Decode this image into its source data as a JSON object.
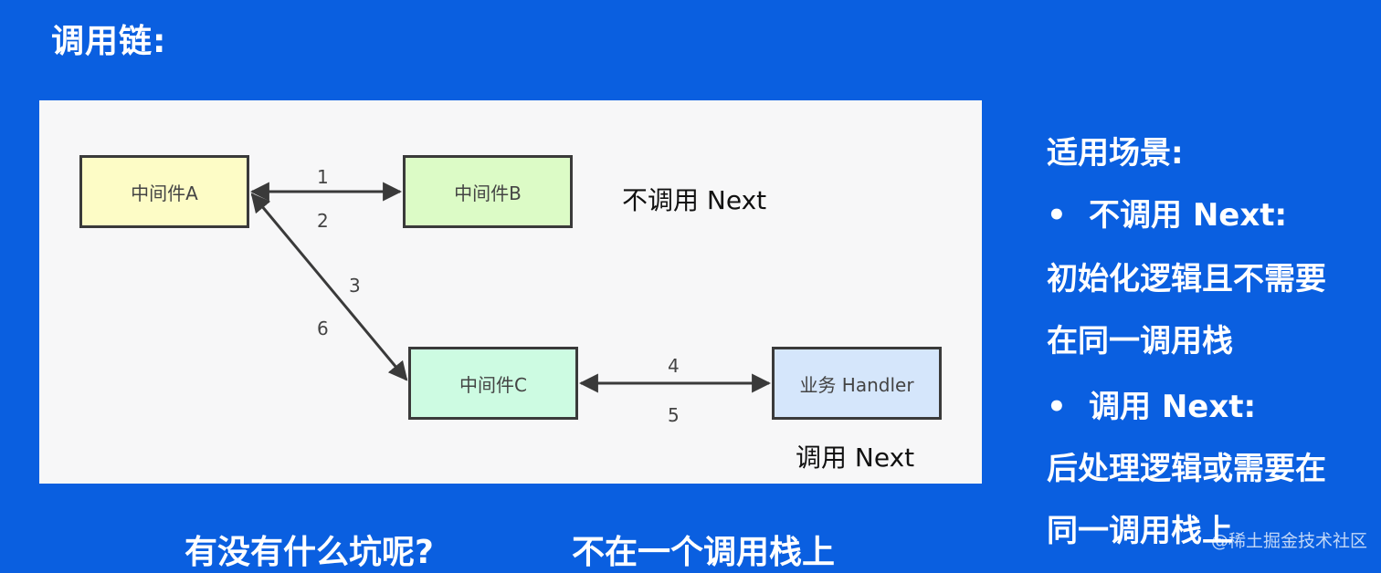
{
  "title": "调用链:",
  "diagram": {
    "nodes": {
      "a": "中间件A",
      "b": "中间件B",
      "c": "中间件C",
      "handler": "业务 Handler"
    },
    "edges": {
      "ab_top": "1",
      "ab_bottom": "2",
      "ac_right": "3",
      "ac_left": "6",
      "ch_top": "4",
      "ch_bottom": "5"
    },
    "notes": {
      "no_next": "不调用  Next",
      "call_next": "调用  Next"
    }
  },
  "side": {
    "heading": "适用场景:",
    "bullet_glyph": "•",
    "item1_label": "不调用  Next:",
    "item1_line1": "初始化逻辑且不需要",
    "item1_line2": "在同一调用栈",
    "item2_label": "调用  Next:",
    "item2_line1": "后处理逻辑或需要在",
    "item2_line2": "同一调用栈上"
  },
  "bottom": {
    "question": "有没有什么坑呢?",
    "answer": "不在一个调用栈上"
  },
  "watermark": "@稀土掘金技术社区"
}
